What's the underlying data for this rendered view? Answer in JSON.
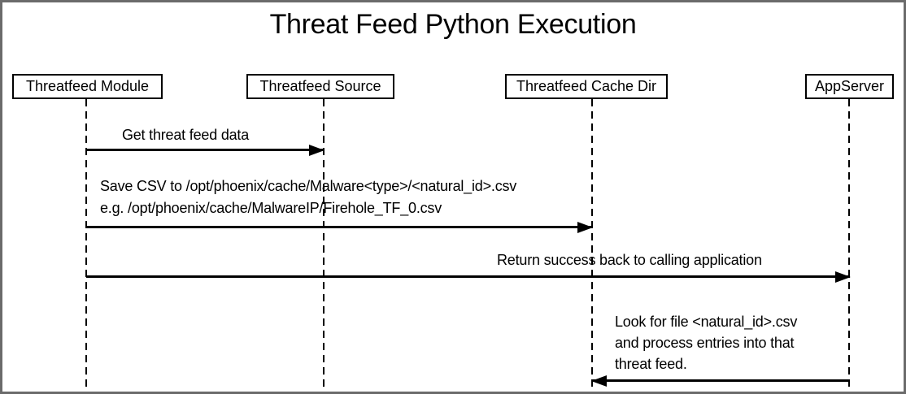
{
  "title": "Threat Feed Python Execution",
  "colors": {
    "line": "#000000",
    "frame": "#6b6b6b",
    "bg": "#ffffff",
    "text": "#000000"
  },
  "actors": [
    {
      "label": "Threatfeed Module"
    },
    {
      "label": "Threatfeed Source"
    },
    {
      "label": "Threatfeed Cache Dir"
    },
    {
      "label": "AppServer"
    }
  ],
  "messages": [
    {
      "from": "Threatfeed Module",
      "to": "Threatfeed Source",
      "direction": "right",
      "label": "Get threat feed data"
    },
    {
      "from": "Threatfeed Module",
      "to": "Threatfeed Cache Dir",
      "direction": "right",
      "label": "Save CSV to /opt/phoenix/cache/Malware<type>/<natural_id>.csv\ne.g. /opt/phoenix/cache/MalwareIP/Firehole_TF_0.csv"
    },
    {
      "from": "Threatfeed Module",
      "to": "AppServer",
      "direction": "right",
      "label": "Return success back to calling application"
    },
    {
      "from": "AppServer",
      "to": "Threatfeed Cache Dir",
      "direction": "left",
      "label": "Look for file <natural_id>.csv\nand process entries into that\nthreat feed."
    }
  ]
}
